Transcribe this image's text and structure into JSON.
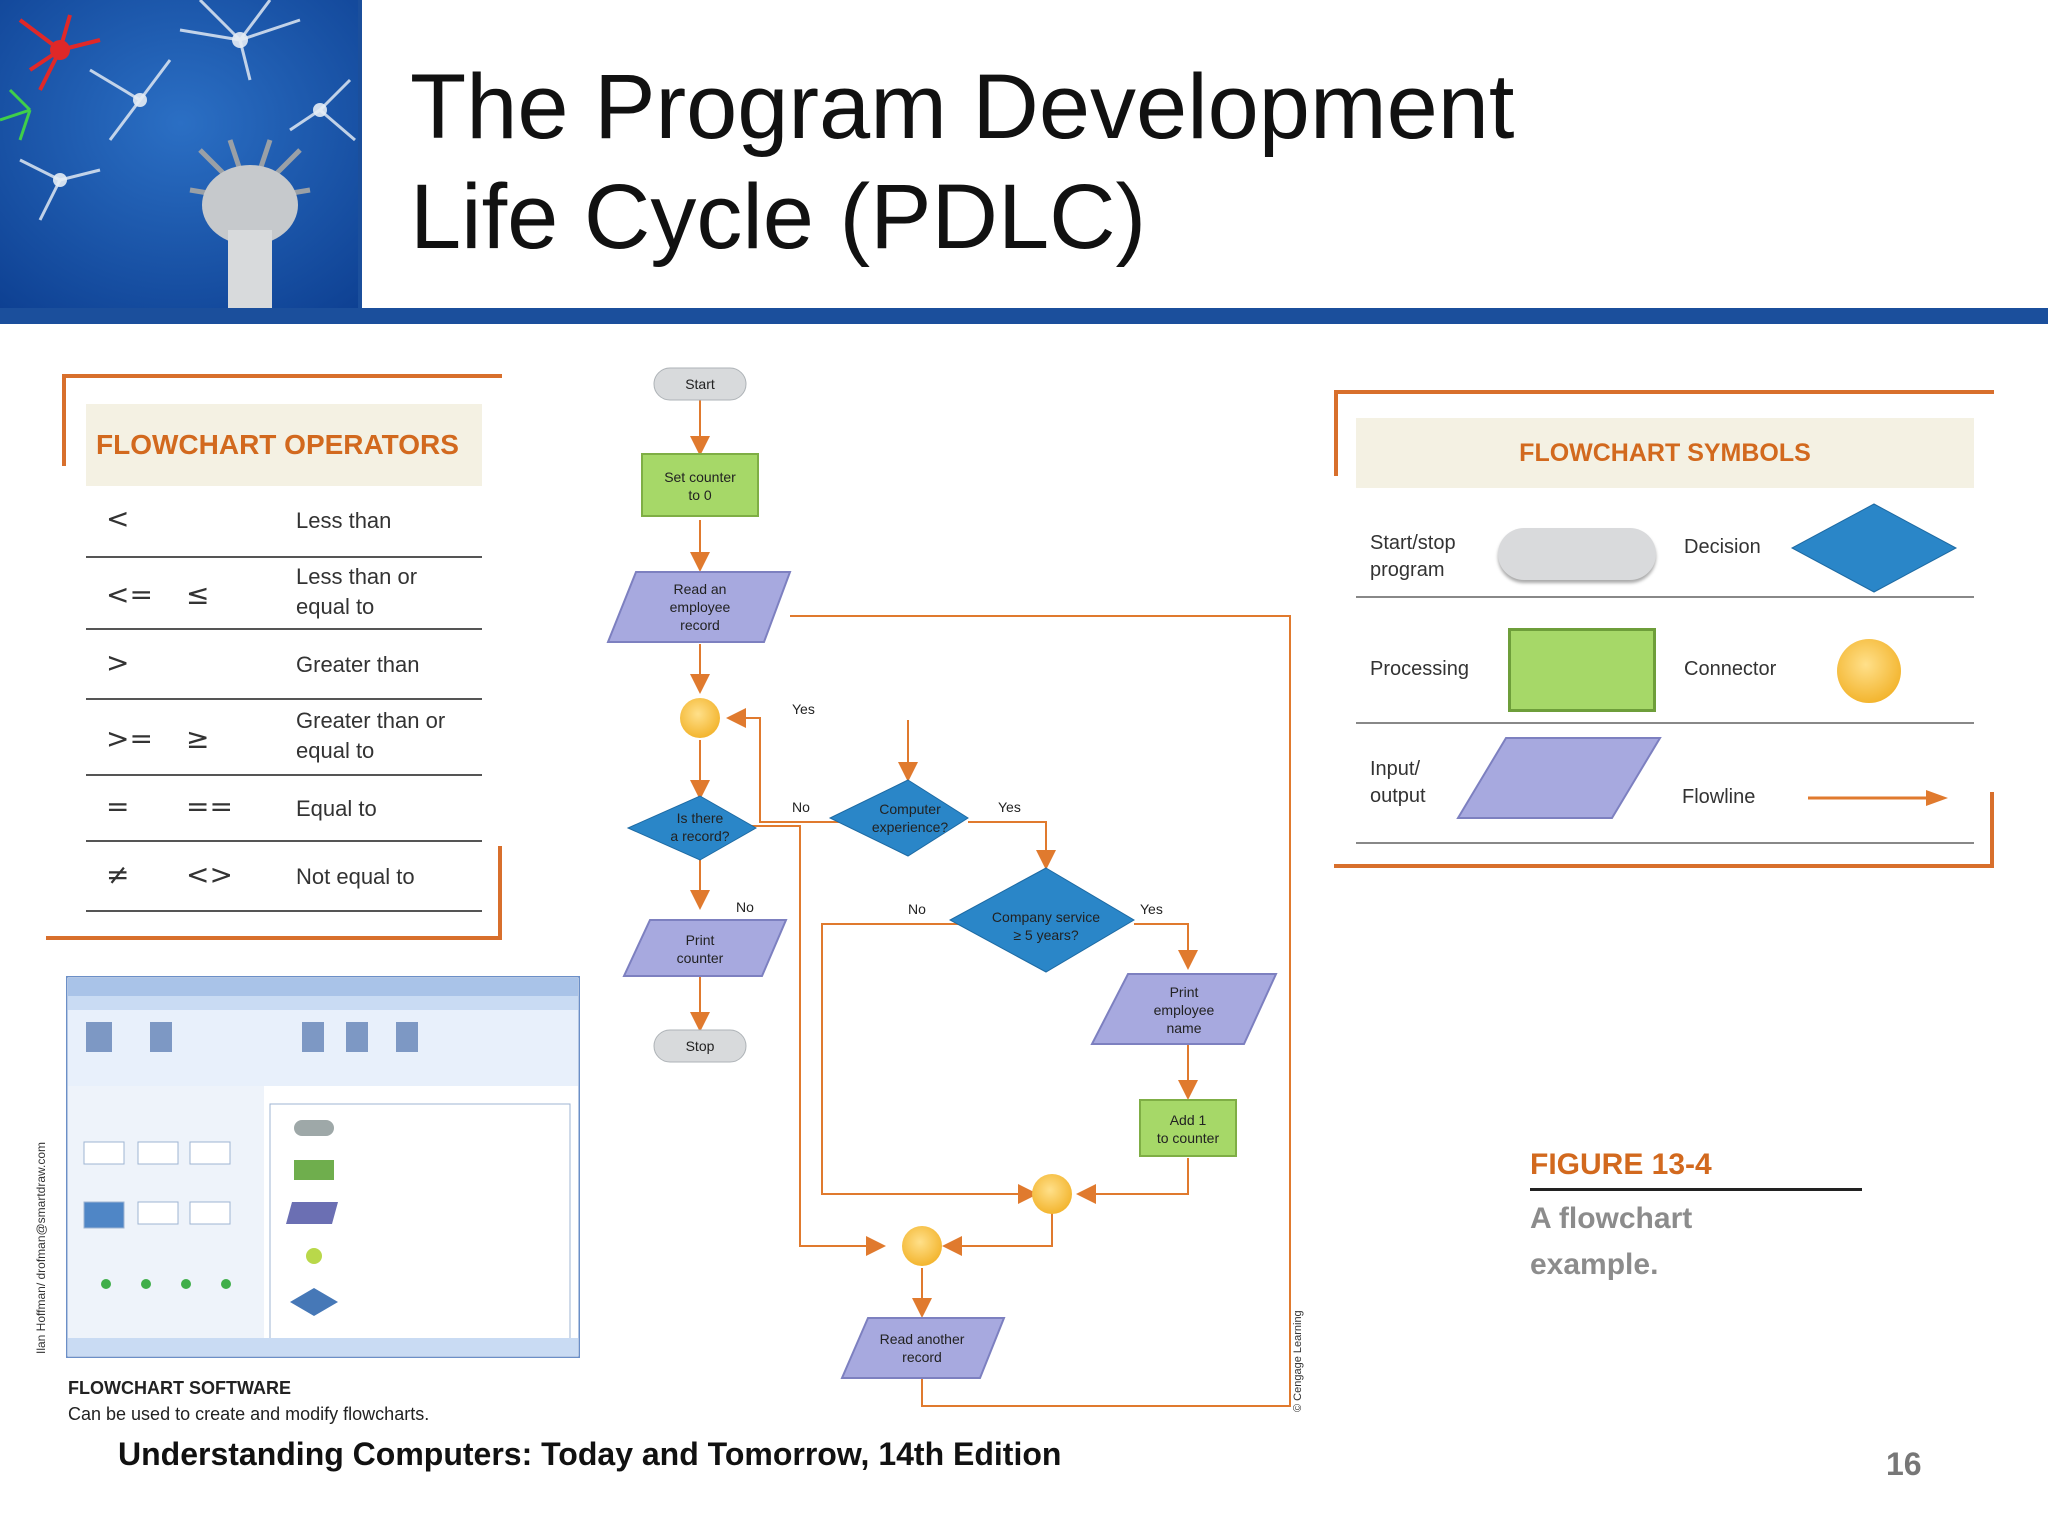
{
  "slide": {
    "title_line1": "The Program Development",
    "title_line2": "Life Cycle (PDLC)",
    "footer": "Understanding Computers: Today and Tomorrow, 14th Edition",
    "page_number": "16",
    "colors": {
      "accent_blue": "#1b4f9c",
      "accent_orange": "#d86f2c",
      "heading_orange": "#d2691e"
    }
  },
  "operators": {
    "heading": "FLOWCHART OPERATORS",
    "rows": [
      {
        "symbol": "<",
        "alt": "",
        "desc": "Less than"
      },
      {
        "symbol": "<=",
        "alt": "≤",
        "desc": "Less than or equal to"
      },
      {
        "symbol": ">",
        "alt": "",
        "desc": "Greater than"
      },
      {
        "symbol": ">=",
        "alt": "≥",
        "desc": "Greater than or equal to"
      },
      {
        "symbol": "=",
        "alt": "==",
        "desc": "Equal to"
      },
      {
        "symbol": "≠",
        "alt": "<>",
        "desc": "Not equal to"
      }
    ]
  },
  "symbols": {
    "heading": "FLOWCHART SYMBOLS",
    "start_stop": "Start/stop program",
    "decision": "Decision",
    "processing": "Processing",
    "connector": "Connector",
    "input_output": "Input/ output",
    "flowline": "Flowline"
  },
  "flowchart": {
    "start": "Start",
    "set_counter": [
      "Set counter",
      "to 0"
    ],
    "read_record": [
      "Read an",
      "employee",
      "record"
    ],
    "is_record": [
      "Is there",
      "a record?"
    ],
    "computer_exp": [
      "Computer",
      "experience?"
    ],
    "company_service": [
      "Company service",
      "≥ 5 years?"
    ],
    "print_counter": [
      "Print",
      "counter"
    ],
    "print_name": [
      "Print",
      "employee",
      "name"
    ],
    "add_one": [
      "Add 1",
      "to counter"
    ],
    "read_another": [
      "Read another",
      "record"
    ],
    "stop": "Stop",
    "yes": "Yes",
    "no": "No",
    "copyright": "© Cengage Learning"
  },
  "figure": {
    "label": "FIGURE 13-4",
    "desc_line1": "A flowchart",
    "desc_line2": "example."
  },
  "software": {
    "title": "FLOWCHART SOFTWARE",
    "desc": "Can be used to create and modify flowcharts.",
    "credit": "Ilan Hoffman/ drofman@smartdraw.com"
  }
}
